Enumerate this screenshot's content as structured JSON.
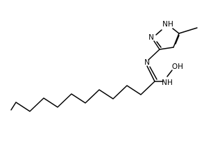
{
  "molecule": {
    "atoms": [
      {
        "id": "n1h",
        "label": "NH"
      },
      {
        "id": "n2",
        "label": "N"
      },
      {
        "id": "n_imine",
        "label": "N"
      },
      {
        "id": "oh",
        "label": "OH"
      },
      {
        "id": "nh",
        "label": "NH"
      }
    ],
    "colors": {
      "bond": "#000000",
      "label": "#000000",
      "background": "#ffffff"
    }
  }
}
